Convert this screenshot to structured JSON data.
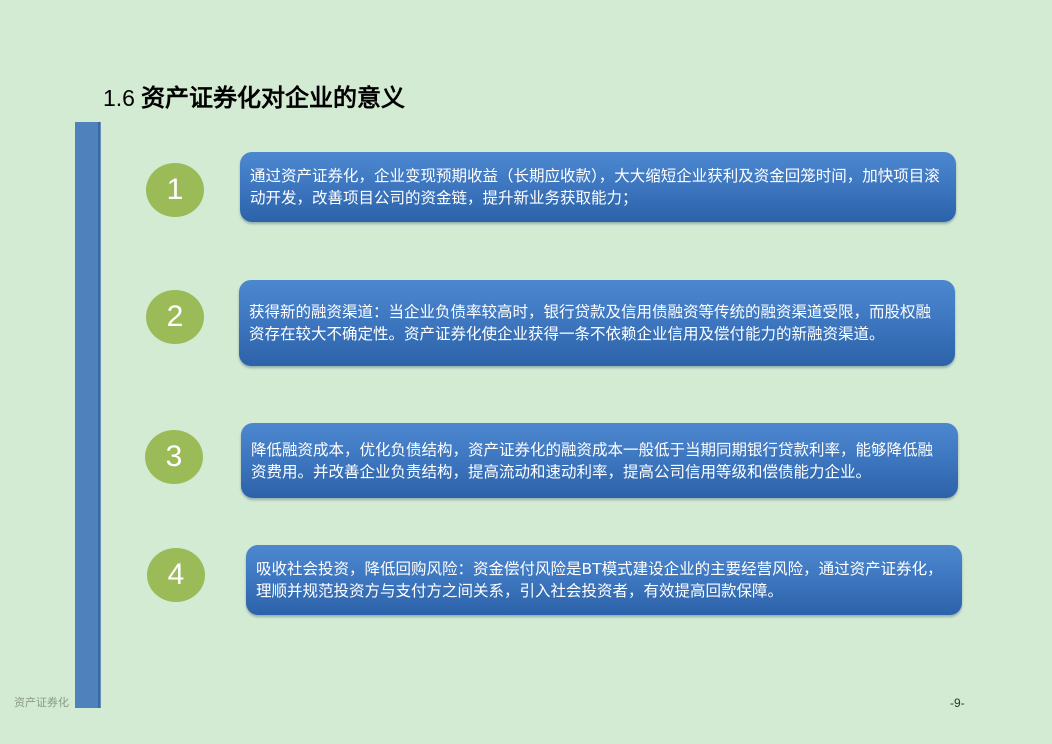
{
  "title": {
    "number": "1.6",
    "text": "资产证券化对企业的意义"
  },
  "items": [
    {
      "number": "1",
      "text": "通过资产证券化，企业变现预期收益（长期应收款），大大缩短企业获利及资金回笼时间，加快项目滚动开发，改善项目公司的资金链，提升新业务获取能力；"
    },
    {
      "number": "2",
      "text": "获得新的融资渠道：当企业负债率较高时，银行贷款及信用债融资等传统的融资渠道受限，而股权融资存在较大不确定性。资产证券化使企业获得一条不依赖企业信用及偿付能力的新融资渠道。"
    },
    {
      "number": "3",
      "text": "降低融资成本，优化负债结构，资产证券化的融资成本一般低于当期同期银行贷款利率，能够降低融资费用。并改善企业负责结构，提高流动和速动利率，提高公司信用等级和偿债能力企业。"
    },
    {
      "number": "4",
      "text": "吸收社会投资，降低回购风险：资金偿付风险是BT模式建设企业的主要经营风险，通过资产证券化，理顺并规范投资方与支付方之间关系，引入社会投资者，有效提高回款保障。"
    }
  ],
  "footer": {
    "left": "资产证券化",
    "page": "-9-"
  },
  "colors": {
    "background": "#d3ead3",
    "accent_bar": "#4f81bd",
    "circle": "#9bbb59",
    "box": "#3b74bd"
  }
}
